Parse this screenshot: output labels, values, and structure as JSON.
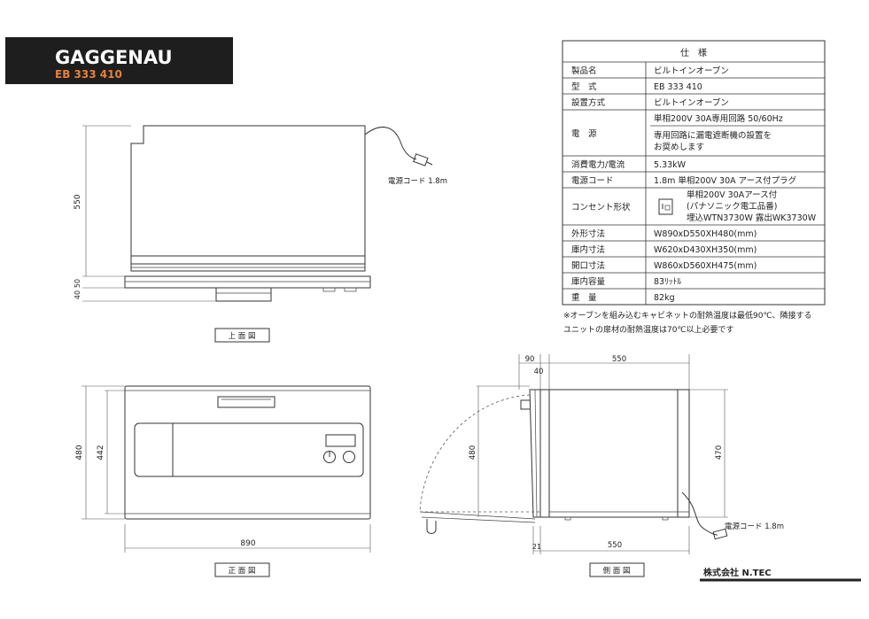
{
  "brand": {
    "name": "GAGGENAU",
    "model": "EB 333 410",
    "bg_color": "#1e1e1e",
    "accent_color": "#e8803a"
  },
  "spec_table": {
    "title": "仕　様",
    "rows": [
      {
        "label": "製品名",
        "value": "ビルトインオーブン"
      },
      {
        "label": "型　式",
        "value": "EB 333 410"
      },
      {
        "label": "設置方式",
        "value": "ビルトインオーブン"
      },
      {
        "label": "電　源",
        "value_lines": [
          "単相200V  30A専用回路  50/60Hz",
          "専用回路に漏電遮断機の設置を",
          "お奨めします"
        ]
      },
      {
        "label": "消費電力/電流",
        "value": "5.33kW"
      },
      {
        "label": "電源コード",
        "value": "1.8m  単相200V  30A  アース付プラグ"
      },
      {
        "label": "コンセント形状",
        "value_lines": [
          "単相200V 30Aアース付",
          "(パナソニック電工品番)",
          "埋込WTN3730W  露出WK3730W"
        ]
      },
      {
        "label": "外形寸法",
        "value": "W890xD550XH480(mm)"
      },
      {
        "label": "庫内寸法",
        "value": "W620xD430XH350(mm)"
      },
      {
        "label": "開口寸法",
        "value": "W860xD560XH475(mm)"
      },
      {
        "label": "庫内容量",
        "value": "83ﾘｯﾄﾙ"
      },
      {
        "label": "重　量",
        "value": "82kg"
      }
    ]
  },
  "notes": [
    "※オーブンを組み込むキャビネットの耐熱温度は最低90℃、隣接する",
    "ユニットの扉材の耐熱温度は70℃以上必要です"
  ],
  "top_view": {
    "caption": "上 面 図",
    "dim_depth": "550",
    "dim_front_a": "50",
    "dim_front_b": "40",
    "cord_label": "電源コード  1.8m"
  },
  "front_view": {
    "caption": "正 面 図",
    "dim_height_outer": "480",
    "dim_height_inner": "442",
    "dim_width": "890"
  },
  "side_view": {
    "caption": "側 面 図",
    "dim_top_a": "90",
    "dim_top_b": "40",
    "dim_top_depth": "550",
    "dim_height_left": "480",
    "dim_height_right": "470",
    "dim_bottom_a": "21",
    "dim_bottom_depth": "550",
    "cord_label": "電源コード  1.8m"
  },
  "company": "株式会社  N.TEC"
}
